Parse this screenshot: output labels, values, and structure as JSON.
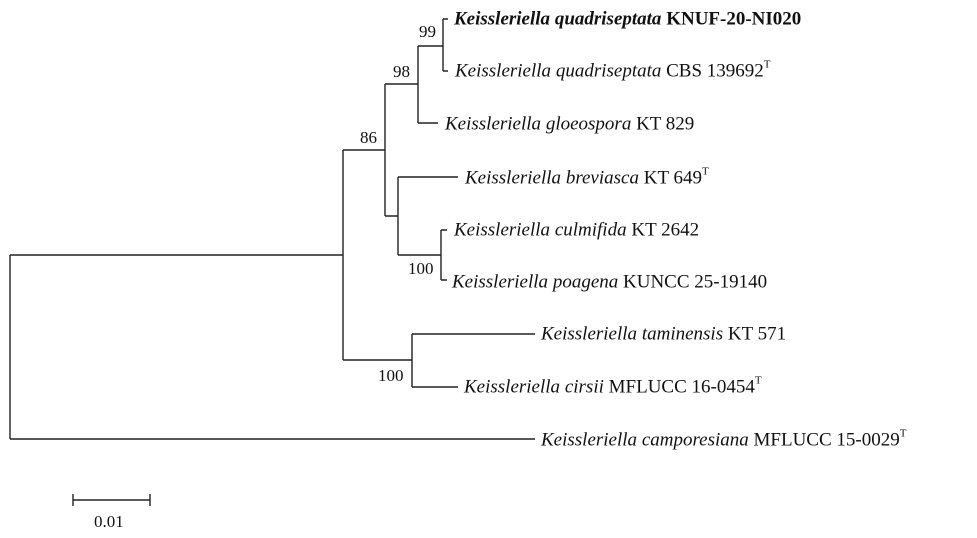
{
  "taxa": [
    {
      "genus": "Keissleriella",
      "species": "quadriseptata",
      "strain": "KNUF-20-NI020",
      "type": "",
      "bold": true
    },
    {
      "genus": "Keissleriella",
      "species": "quadriseptata",
      "strain": "CBS 139692",
      "type": "T",
      "bold": false
    },
    {
      "genus": "Keissleriella",
      "species": "gloeospora",
      "strain": "KT 829",
      "type": "",
      "bold": false
    },
    {
      "genus": "Keissleriella",
      "species": "breviasca",
      "strain": "KT 649",
      "type": "T",
      "bold": false
    },
    {
      "genus": "Keissleriella",
      "species": "culmifida",
      "strain": "KT 2642",
      "type": "",
      "bold": false
    },
    {
      "genus": "Keissleriella",
      "species": "poagena",
      "strain": "KUNCC 25-19140",
      "type": "",
      "bold": false
    },
    {
      "genus": "Keissleriella",
      "species": "taminensis",
      "strain": "KT 571",
      "type": "",
      "bold": false
    },
    {
      "genus": "Keissleriella",
      "species": "cirsii",
      "strain": "MFLUCC 16-0454",
      "type": "T",
      "bold": false
    },
    {
      "genus": "Keissleriella",
      "species": "camporesiana",
      "strain": "MFLUCC 15-0029",
      "type": "T",
      "bold": false
    }
  ],
  "bootstrap": [
    "99",
    "98",
    "86",
    "100",
    "100"
  ],
  "scale_bar": {
    "label": "0.01"
  }
}
